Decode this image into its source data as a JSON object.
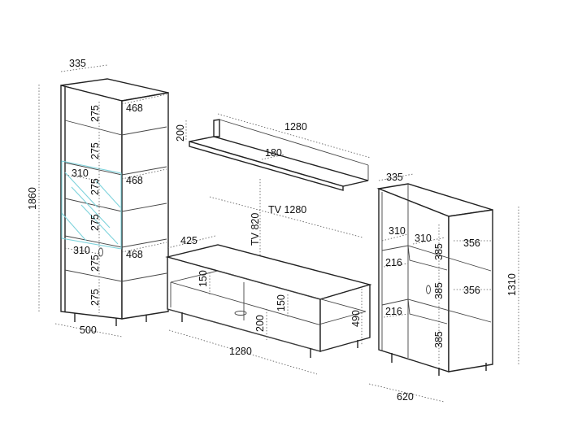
{
  "palette": {
    "line": "#222222",
    "glass": "#7fd3dc",
    "background": "#ffffff"
  },
  "left_cabinet": {
    "depth": "335",
    "shelf_depth_1": "468",
    "shelf_depth_2": "468",
    "shelf_depth_3": "468",
    "gap_1": "275",
    "gap_2": "275",
    "gap_3": "275",
    "gap_4": "275",
    "gap_5": "275",
    "gap_6": "275",
    "glass_1": "310",
    "glass_2": "310",
    "height": "1860",
    "width": "500"
  },
  "wall_shelf": {
    "height": "200",
    "length": "1280",
    "depth": "180"
  },
  "tv": {
    "height_label": "TV 820",
    "width_label": "TV 1280"
  },
  "tv_stand": {
    "depth": "425",
    "compartment_1": "150",
    "compartment_2": "150",
    "drawer": "200",
    "height": "490",
    "width": "1280"
  },
  "right_cabinet": {
    "depth": "335",
    "inner_1": "310",
    "inner_2": "310",
    "inner_3": "216",
    "inner_4": "216",
    "gap_1": "385",
    "gap_2": "385",
    "gap_3": "385",
    "shelf_1": "356",
    "shelf_2": "356",
    "height": "1310",
    "width": "620"
  }
}
